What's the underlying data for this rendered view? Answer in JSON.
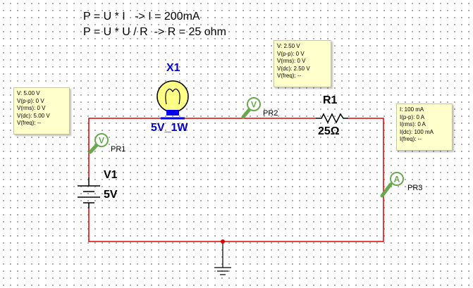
{
  "formulas": {
    "line1": "P = U * I   -> I = 200mA",
    "line2": "P = U * U / R  -> R = 25 ohm"
  },
  "probes": {
    "pr1": {
      "name": "PR1",
      "symbol": "V",
      "readings": [
        "V: 5.00 V",
        "V(p-p): 0 V",
        "V(rms): 0 V",
        "V(dc): 5.00 V",
        "V(freq): --"
      ]
    },
    "pr2": {
      "name": "PR2",
      "symbol": "V",
      "readings": [
        "V: 2.50 V",
        "V(p-p): 0 V",
        "V(rms): 0 V",
        "V(dc): 2.50 V",
        "V(freq): --"
      ]
    },
    "pr3": {
      "name": "PR3",
      "symbol": "A",
      "readings": [
        "I: 100 mA",
        "I(p-p): 0 A",
        "I(rms): 0 A",
        "I(dc): 100 mA",
        "I(freq): --"
      ]
    }
  },
  "components": {
    "lamp": {
      "ref": "X1",
      "value": "5V_1W"
    },
    "resistor": {
      "ref": "R1",
      "value": "25Ω"
    },
    "source": {
      "ref": "V1",
      "value": "5V"
    }
  },
  "colors": {
    "wire": "#e00000",
    "junction": "#e00000",
    "component_ref": "#0000cc",
    "lamp_glow": "#ffff88",
    "lamp_base": "#0000ee",
    "probe_green": "#6aa84f",
    "probe_box_bg": "#ffffcc"
  }
}
